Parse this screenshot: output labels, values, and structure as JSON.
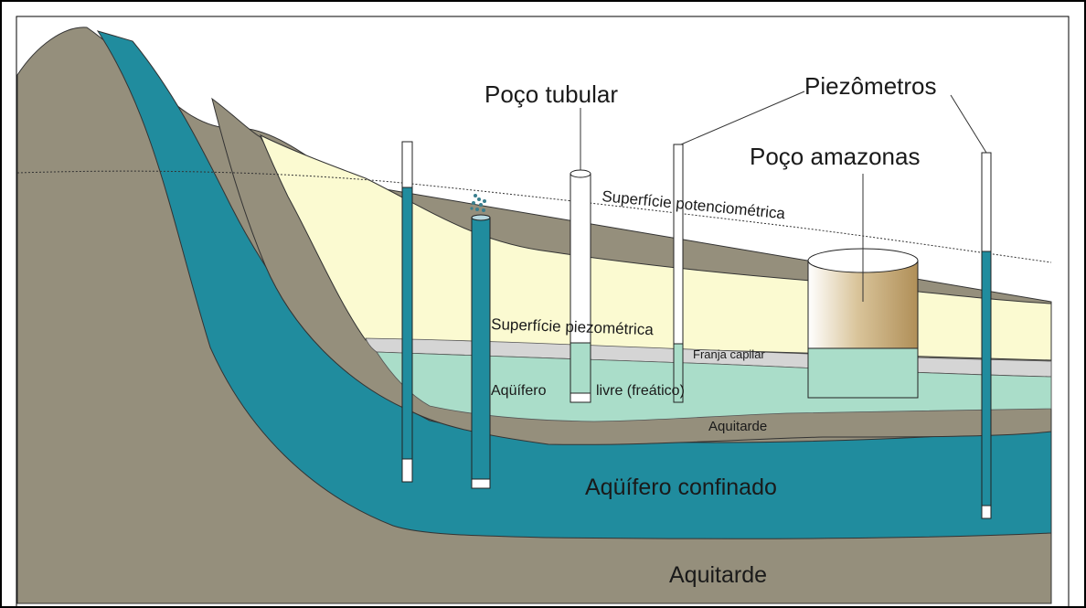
{
  "labels": {
    "poco_tubular": "Poço tubular",
    "piezometros": "Piezômetros",
    "poco_amazonas": "Poço amazonas",
    "superficie_potenciometrica": "Superfície potenciométrica",
    "superficie_piezometrica": "Superfície piezométrica",
    "franja_capilar": "Franja capilar",
    "aquifero_livre_1": "Aqüífero",
    "aquifero_livre_2": "livre (freático)",
    "aquitarde_upper": "Aquitarde",
    "aquifero_confinado": "Aqüífero confinado",
    "aquitarde_lower": "Aquitarde"
  },
  "colors": {
    "aquitarde": "#958f7c",
    "confined_aquifer": "#208c9e",
    "unsaturated_zone": "#fbfad1",
    "capillary_fringe": "#d5d5d5",
    "free_aquifer": "#aaddc9",
    "well_white": "#ffffff",
    "outline": "#2b2b2b"
  }
}
